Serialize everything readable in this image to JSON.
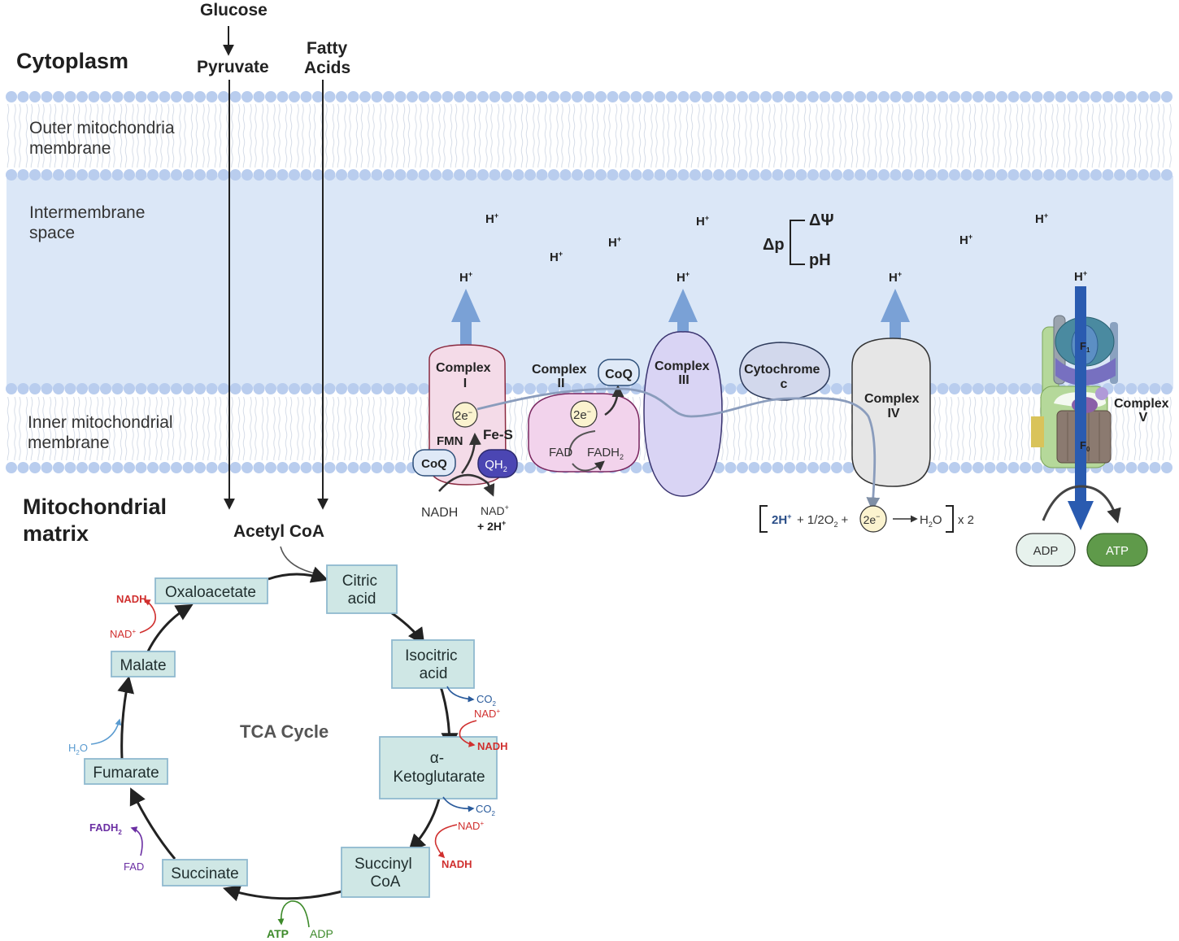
{
  "regions": {
    "cytoplasm": "Cytoplasm",
    "outer_membrane": [
      "Outer mitochondria",
      "membrane"
    ],
    "intermembrane": [
      "Intermembrane",
      "space"
    ],
    "inner_membrane": [
      "Inner mitochondrial",
      "membrane"
    ],
    "matrix": [
      "Mitochondrial",
      "matrix"
    ]
  },
  "inputs": {
    "glucose": "Glucose",
    "pyruvate": "Pyruvate",
    "fatty_acids": [
      "Fatty",
      "Acids"
    ],
    "acetyl_coa": "Acetyl CoA"
  },
  "proton": "H",
  "proton_sup": "+",
  "delta_p": {
    "dp": "Δp",
    "dpsi": "ΔΨ",
    "ph": "pH"
  },
  "complexes": {
    "c1": [
      "Complex",
      "I"
    ],
    "c2": [
      "Complex",
      "II"
    ],
    "c3": [
      "Complex",
      "III"
    ],
    "cytc": [
      "Cytochrome",
      "c"
    ],
    "c4": [
      "Complex",
      "IV"
    ],
    "c5": [
      "Complex",
      "V"
    ]
  },
  "complex1_parts": {
    "electrons": "2e",
    "electrons_sup": "−",
    "fmn": "FMN",
    "fes": "Fe-S",
    "coq": "CoQ",
    "qh2": "QH",
    "qh2_sub": "2",
    "nadh": "NADH",
    "nad": "NAD",
    "nad_sup": "+",
    "two_h": "+ 2H",
    "two_h_sup": "+"
  },
  "complex2_parts": {
    "electrons": "2e",
    "electrons_sup": "−",
    "fad": "FAD",
    "fadh2": "FADH",
    "fadh2_sub": "2",
    "coq": "CoQ"
  },
  "complex5_parts": {
    "f1": "F",
    "f1_sub": "1",
    "f0": "F",
    "f0_sub": "0",
    "adp": "ADP",
    "atp": "ATP"
  },
  "water_eq": {
    "two_h": "2H",
    "two_h_sup": "+",
    "o2": "+ 1/2O",
    "o2_sub": "2",
    "plus": "+",
    "electrons": "2e",
    "electrons_sup": "−",
    "h2o": "H",
    "h2o_sub": "2",
    "h2o_end": "O",
    "times": "x 2"
  },
  "tca": {
    "title": "TCA Cycle",
    "nodes": {
      "citric": [
        "Citric",
        "acid"
      ],
      "isocitric": [
        "Isocitric",
        "acid"
      ],
      "akg": [
        "α-",
        "Ketoglutarate"
      ],
      "succinylcoa": [
        "Succinyl",
        "CoA"
      ],
      "succinate": "Succinate",
      "fumarate": "Fumarate",
      "malate": "Malate",
      "oxaloacetate": "Oxaloacetate"
    },
    "side": {
      "co2": "CO",
      "co2_sub": "2",
      "nad": "NAD",
      "nad_sup": "+",
      "nadh": "NADH",
      "atp": "ATP",
      "adp": "ADP",
      "fad": "FAD",
      "fadh2": "FADH",
      "fadh2_sub": "2",
      "h2o_h": "H",
      "h2o_sub": "2",
      "h2o_o": "O"
    }
  },
  "colors": {
    "membrane_bead": "#b9cdee",
    "intermembrane": "#dbe7f7",
    "proton_arrow": "#7aa1d6",
    "complex1": "#f4dbe8",
    "complex2": "#f2d3ec",
    "complex3": "#d9d4f4",
    "cytc": "#d2d8ec",
    "complex4": "#e6e6e6",
    "tca_box": "#cfe7e5",
    "nadh_red": "#d0302f",
    "co2_blue": "#2a5b9c",
    "atp_green": "#3d8a2a",
    "fadh2_purple": "#6b2fa3"
  }
}
